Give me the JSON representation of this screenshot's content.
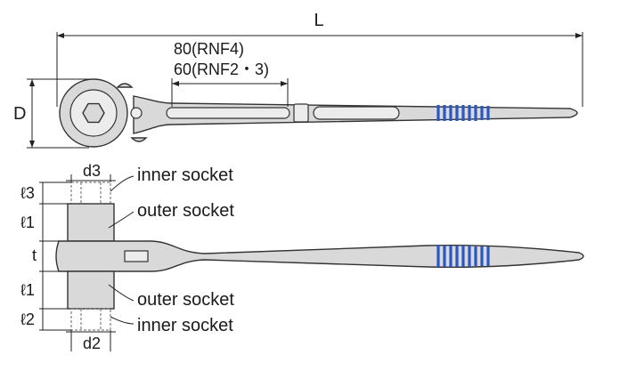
{
  "labels": {
    "overall_length": "L",
    "slot_rnf4": "80(RNF4)",
    "slot_rnf23": "60(RNF2・3)",
    "head_height": "D",
    "inner_dia_top": "d3",
    "inner_dia_bottom": "d2",
    "inner_len_top": "ℓ3",
    "outer_len_top": "ℓ1",
    "thickness": "t",
    "outer_len_bottom": "ℓ1",
    "inner_len_bottom": "ℓ2",
    "callout_inner_top": "inner socket",
    "callout_outer_top": "outer socket",
    "callout_outer_bottom": "outer socket",
    "callout_inner_bottom": "inner socket"
  },
  "colors": {
    "grip_stripe": "#2a57c7",
    "metal": "#d9d9d9"
  }
}
